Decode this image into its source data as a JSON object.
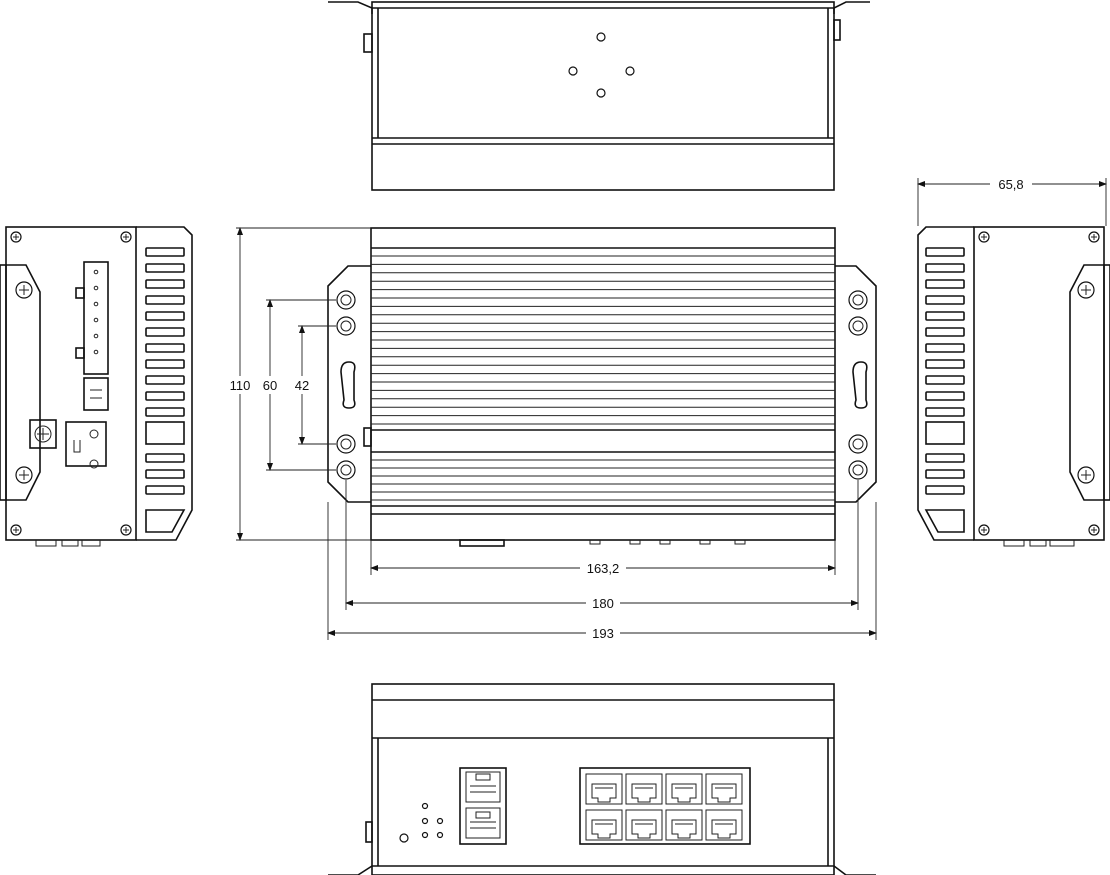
{
  "dimensions": {
    "width_heatsink": "163,2",
    "width_mount_holes": "180",
    "width_total": "193",
    "height_total": "110",
    "hole_spacing_outer": "60",
    "hole_spacing_inner": "42",
    "depth": "65,8"
  },
  "views": [
    "top-view",
    "left-side-view",
    "front-view",
    "right-side-view",
    "bottom-view"
  ]
}
